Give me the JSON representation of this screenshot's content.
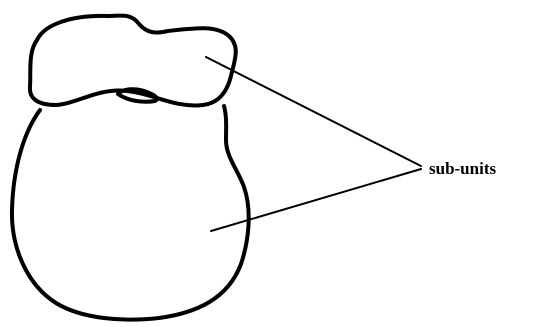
{
  "diagram": {
    "label": "sub-units",
    "parts": [
      {
        "id": "small-subunit"
      },
      {
        "id": "large-subunit"
      }
    ],
    "style": {
      "stroke": "#000000",
      "background": "#ffffff"
    }
  }
}
